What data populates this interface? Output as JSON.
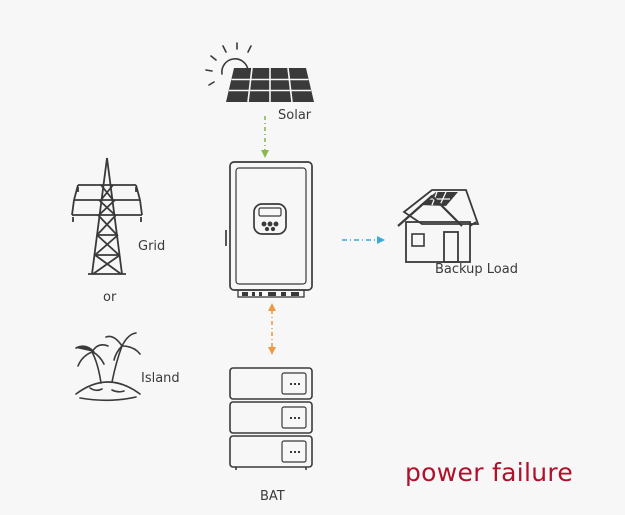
{
  "labels": {
    "solar": "Solar",
    "grid": "Grid",
    "or": "or",
    "island": "Island",
    "backup_load": "Backup Load",
    "bat": "BAT"
  },
  "status": {
    "text": "power failure",
    "color": "#b0102a"
  },
  "colors": {
    "solar_flow": "#8ab84a",
    "load_flow": "#3aaad8",
    "battery_flow": "#ef9a45",
    "line_art": "#3a3a3a"
  },
  "icons": [
    "sun-icon",
    "solar-panel-icon",
    "transmission-tower-icon",
    "palm-island-icon",
    "inverter-icon",
    "house-icon",
    "battery-stack-icon"
  ]
}
